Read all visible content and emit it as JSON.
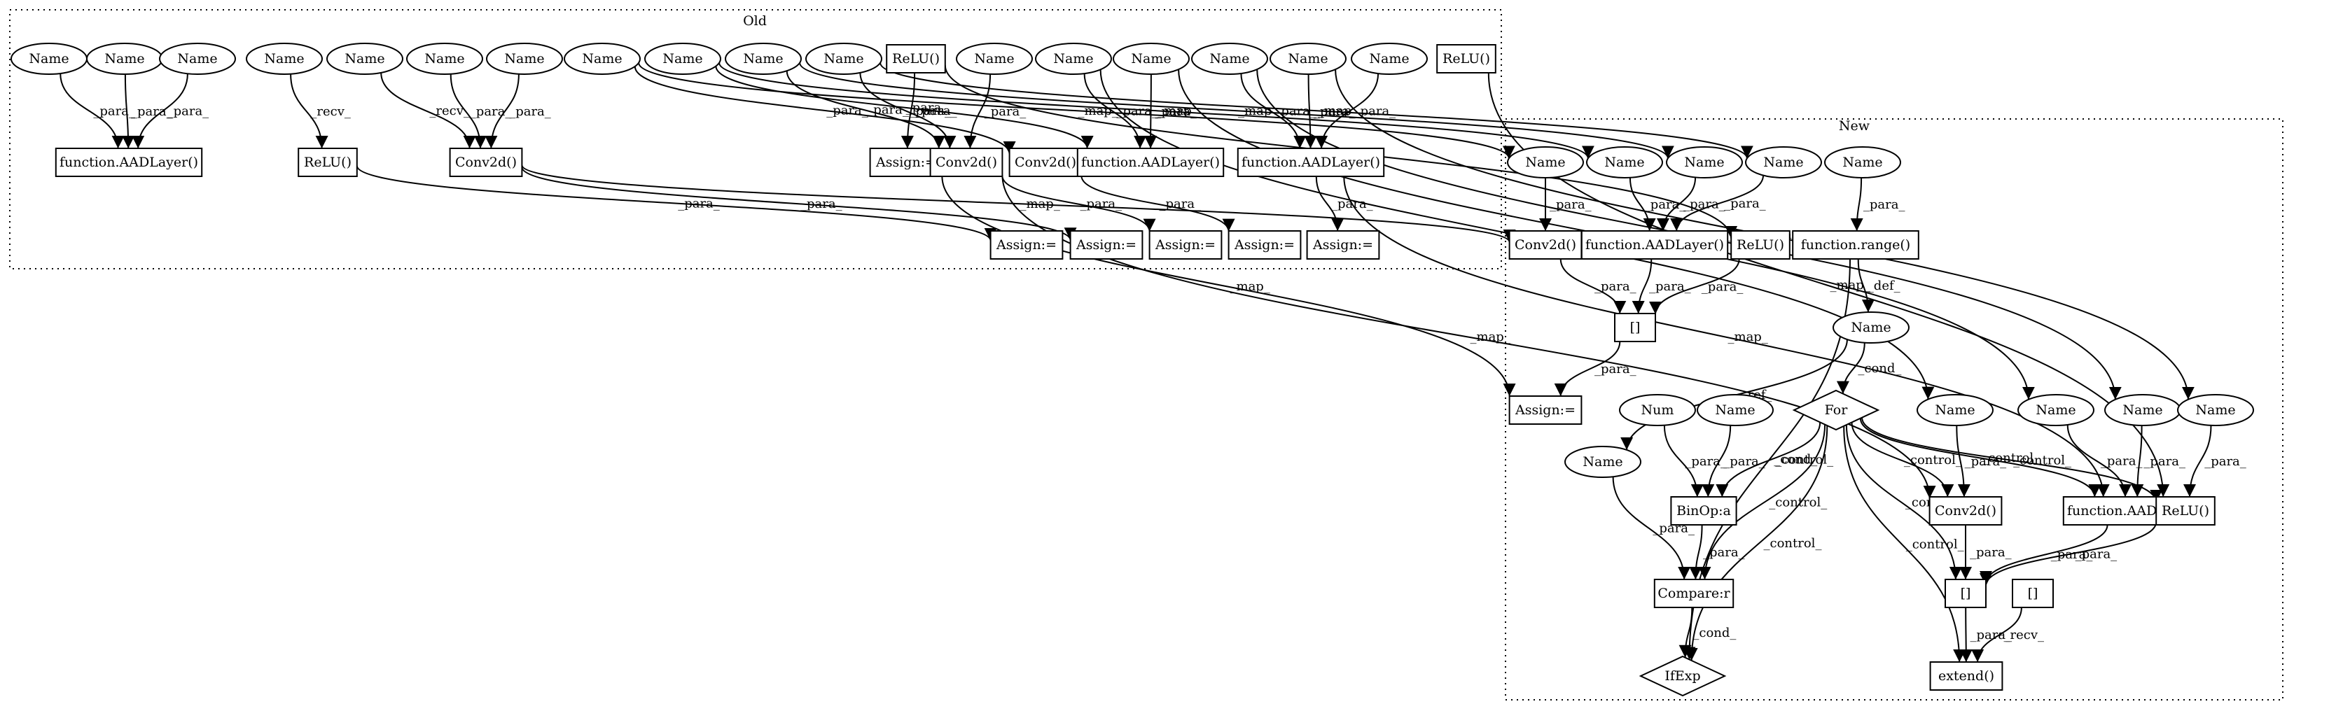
{
  "clusters": [
    {
      "id": "old",
      "label": "Old"
    },
    {
      "id": "new",
      "label": "New"
    }
  ],
  "nodes": [
    {
      "id": "o1",
      "label": "Name",
      "shape": "ellipse"
    },
    {
      "id": "o2",
      "label": "Name",
      "shape": "ellipse"
    },
    {
      "id": "o3",
      "label": "Name",
      "shape": "ellipse"
    },
    {
      "id": "o4",
      "label": "Name",
      "shape": "ellipse"
    },
    {
      "id": "o5",
      "label": "Name",
      "shape": "ellipse"
    },
    {
      "id": "o6",
      "label": "Name",
      "shape": "ellipse"
    },
    {
      "id": "o7",
      "label": "Name",
      "shape": "ellipse"
    },
    {
      "id": "o8",
      "label": "Name",
      "shape": "ellipse"
    },
    {
      "id": "o9",
      "label": "Name",
      "shape": "ellipse"
    },
    {
      "id": "o10",
      "label": "Name",
      "shape": "ellipse"
    },
    {
      "id": "o11",
      "label": "Name",
      "shape": "ellipse"
    },
    {
      "id": "o12",
      "label": "ReLU()",
      "shape": "box"
    },
    {
      "id": "o13",
      "label": "Name",
      "shape": "ellipse"
    },
    {
      "id": "o14",
      "label": "Name",
      "shape": "ellipse"
    },
    {
      "id": "o15",
      "label": "Name",
      "shape": "ellipse"
    },
    {
      "id": "o16",
      "label": "Name",
      "shape": "ellipse"
    },
    {
      "id": "o17",
      "label": "Name",
      "shape": "ellipse"
    },
    {
      "id": "o18",
      "label": "Name",
      "shape": "ellipse"
    },
    {
      "id": "o19",
      "label": "ReLU()",
      "shape": "box"
    },
    {
      "id": "o20",
      "label": "function.AADLayer()",
      "shape": "box"
    },
    {
      "id": "o21",
      "label": "ReLU()",
      "shape": "box"
    },
    {
      "id": "o22",
      "label": "Conv2d()",
      "shape": "box"
    },
    {
      "id": "o23",
      "label": "Assign:=",
      "shape": "box"
    },
    {
      "id": "o24",
      "label": "Conv2d()",
      "shape": "box"
    },
    {
      "id": "o25",
      "label": "Conv2d()",
      "shape": "box"
    },
    {
      "id": "o26",
      "label": "function.AADLayer()",
      "shape": "box"
    },
    {
      "id": "o27",
      "label": "function.AADLayer()",
      "shape": "box"
    },
    {
      "id": "o28",
      "label": "Assign:=",
      "shape": "box"
    },
    {
      "id": "o29",
      "label": "Assign:=",
      "shape": "box"
    },
    {
      "id": "o30",
      "label": "Assign:=",
      "shape": "box"
    },
    {
      "id": "o31",
      "label": "Assign:=",
      "shape": "box"
    },
    {
      "id": "o32",
      "label": "Assign:=",
      "shape": "box"
    },
    {
      "id": "n1",
      "label": "Name",
      "shape": "ellipse"
    },
    {
      "id": "n2",
      "label": "Name",
      "shape": "ellipse"
    },
    {
      "id": "n3",
      "label": "Name",
      "shape": "ellipse"
    },
    {
      "id": "n4",
      "label": "Name",
      "shape": "ellipse"
    },
    {
      "id": "n5",
      "label": "Name",
      "shape": "ellipse"
    },
    {
      "id": "n6",
      "label": "Conv2d()",
      "shape": "box"
    },
    {
      "id": "n7",
      "label": "function.AADLayer()",
      "shape": "box"
    },
    {
      "id": "n8",
      "label": "ReLU()",
      "shape": "box"
    },
    {
      "id": "n9",
      "label": "function.range()",
      "shape": "box"
    },
    {
      "id": "n10",
      "label": "[]",
      "shape": "box"
    },
    {
      "id": "n11",
      "label": "Name",
      "shape": "ellipse"
    },
    {
      "id": "n12",
      "label": "Assign:=",
      "shape": "box"
    },
    {
      "id": "n13",
      "label": "For",
      "shape": "diamond"
    },
    {
      "id": "n14",
      "label": "Num",
      "shape": "ellipse"
    },
    {
      "id": "n15",
      "label": "Name",
      "shape": "ellipse"
    },
    {
      "id": "n16",
      "label": "Name",
      "shape": "ellipse"
    },
    {
      "id": "n17",
      "label": "Name",
      "shape": "ellipse"
    },
    {
      "id": "n18",
      "label": "Name",
      "shape": "ellipse"
    },
    {
      "id": "n19",
      "label": "Name",
      "shape": "ellipse"
    },
    {
      "id": "n20",
      "label": "Name",
      "shape": "ellipse"
    },
    {
      "id": "n21",
      "label": "BinOp:a",
      "shape": "box"
    },
    {
      "id": "n22",
      "label": "Conv2d()",
      "shape": "box"
    },
    {
      "id": "n23",
      "label": "function.AADLayer()",
      "shape": "box"
    },
    {
      "id": "n24",
      "label": "ReLU()",
      "shape": "box"
    },
    {
      "id": "n25",
      "label": "Compare:r",
      "shape": "box"
    },
    {
      "id": "n26",
      "label": "[]",
      "shape": "box"
    },
    {
      "id": "n27",
      "label": "[]",
      "shape": "box"
    },
    {
      "id": "n28",
      "label": "IfExp",
      "shape": "diamond"
    },
    {
      "id": "n29",
      "label": "extend()",
      "shape": "box"
    }
  ],
  "edges": [
    {
      "from": "o1",
      "to": "o20",
      "label": "_para_"
    },
    {
      "from": "o2",
      "to": "o20",
      "label": "_para_"
    },
    {
      "from": "o3",
      "to": "o20",
      "label": "_para_"
    },
    {
      "from": "o4",
      "to": "o21",
      "label": "_recv_"
    },
    {
      "from": "o5",
      "to": "o22",
      "label": "_recv_"
    },
    {
      "from": "o6",
      "to": "o22",
      "label": "_para_"
    },
    {
      "from": "o7",
      "to": "o22",
      "label": "_para_"
    },
    {
      "from": "o8",
      "to": "o25",
      "label": "_para_"
    },
    {
      "from": "o9",
      "to": "o26",
      "label": "_para_"
    },
    {
      "from": "o10",
      "to": "o24",
      "label": "_para_"
    },
    {
      "from": "o11",
      "to": "o24",
      "label": "_para_"
    },
    {
      "from": "o12",
      "to": "o23",
      "label": "_para_"
    },
    {
      "from": "o13",
      "to": "o24",
      "label": "_para_"
    },
    {
      "from": "o14",
      "to": "o26",
      "label": "_para_"
    },
    {
      "from": "o15",
      "to": "o26",
      "label": "_para_"
    },
    {
      "from": "o16",
      "to": "o27",
      "label": "_para_"
    },
    {
      "from": "o17",
      "to": "o27",
      "label": "_para_"
    },
    {
      "from": "o18",
      "to": "o27",
      "label": "_para_"
    },
    {
      "from": "o21",
      "to": "o28",
      "label": "_para_"
    },
    {
      "from": "o22",
      "to": "o29",
      "label": "_para_"
    },
    {
      "from": "o24",
      "to": "o30",
      "label": "_para_"
    },
    {
      "from": "o25",
      "to": "o31",
      "label": "_para_"
    },
    {
      "from": "o27",
      "to": "o32",
      "label": "_para_"
    },
    {
      "from": "o8",
      "to": "n1",
      "label": "_map_"
    },
    {
      "from": "o9",
      "to": "n2",
      "label": "_map_"
    },
    {
      "from": "o10",
      "to": "n3",
      "label": "_map_"
    },
    {
      "from": "o11",
      "to": "n4",
      "label": "_map_"
    },
    {
      "from": "o12",
      "to": "n8",
      "label": "_map_"
    },
    {
      "from": "o14",
      "to": "n17",
      "label": "_map_"
    },
    {
      "from": "o15",
      "to": "n18",
      "label": "_map_"
    },
    {
      "from": "o16",
      "to": "n19",
      "label": "_map_"
    },
    {
      "from": "o17",
      "to": "n20",
      "label": "_map_"
    },
    {
      "from": "o19",
      "to": "n24",
      "label": "_map_"
    },
    {
      "from": "o22",
      "to": "n6",
      "label": "_map_"
    },
    {
      "from": "o23",
      "to": "n12",
      "label": "_map_"
    },
    {
      "from": "o24",
      "to": "n22",
      "label": "_map_"
    },
    {
      "from": "o27",
      "to": "n23",
      "label": "_map_"
    },
    {
      "from": "n1",
      "to": "n6",
      "label": "_para_"
    },
    {
      "from": "n2",
      "to": "n7",
      "label": "_para_"
    },
    {
      "from": "n3",
      "to": "n7",
      "label": "_para_"
    },
    {
      "from": "n4",
      "to": "n7",
      "label": "_para_"
    },
    {
      "from": "n5",
      "to": "n9",
      "label": "_para_"
    },
    {
      "from": "n6",
      "to": "n10",
      "label": "_para_"
    },
    {
      "from": "n7",
      "to": "n10",
      "label": "_para_"
    },
    {
      "from": "n8",
      "to": "n10",
      "label": "_para_"
    },
    {
      "from": "n10",
      "to": "n12",
      "label": "_para_"
    },
    {
      "from": "n9",
      "to": "n11",
      "label": "_def_"
    },
    {
      "from": "n9",
      "to": "n28",
      "label": "_cond_"
    },
    {
      "from": "n11",
      "to": "n13",
      "label": "_cond_"
    },
    {
      "from": "n11",
      "to": "n16",
      "label": "_ref_"
    },
    {
      "from": "n13",
      "to": "n21",
      "label": "_control_"
    },
    {
      "from": "n13",
      "to": "n25",
      "label": "_control_"
    },
    {
      "from": "n13",
      "to": "n28",
      "label": "_control_"
    },
    {
      "from": "n13",
      "to": "n29",
      "label": "_control_"
    },
    {
      "from": "n13",
      "to": "n22",
      "label": "_control_"
    },
    {
      "from": "n13",
      "to": "n26",
      "label": "_control_"
    },
    {
      "from": "n13",
      "to": "n23",
      "label": "_control_"
    },
    {
      "from": "n13",
      "to": "n24",
      "label": "_control_"
    },
    {
      "from": "n14",
      "to": "n21",
      "label": "_para_"
    },
    {
      "from": "n15",
      "to": "n21",
      "label": "_para_"
    },
    {
      "from": "n16",
      "to": "n25",
      "label": "_para_"
    },
    {
      "from": "n21",
      "to": "n25",
      "label": "_para_"
    },
    {
      "from": "n25",
      "to": "n28",
      "label": "_cond_"
    },
    {
      "from": "n17",
      "to": "n22",
      "label": "_para_"
    },
    {
      "from": "n18",
      "to": "n23",
      "label": "_para_"
    },
    {
      "from": "n19",
      "to": "n23",
      "label": "_para_"
    },
    {
      "from": "n20",
      "to": "n24",
      "label": "_para_"
    },
    {
      "from": "n22",
      "to": "n26",
      "label": "_para_"
    },
    {
      "from": "n23",
      "to": "n26",
      "label": "_para_"
    },
    {
      "from": "n24",
      "to": "n26",
      "label": "_para_"
    },
    {
      "from": "n26",
      "to": "n29",
      "label": "_para_"
    },
    {
      "from": "n27",
      "to": "n29",
      "label": "_recv_"
    }
  ]
}
